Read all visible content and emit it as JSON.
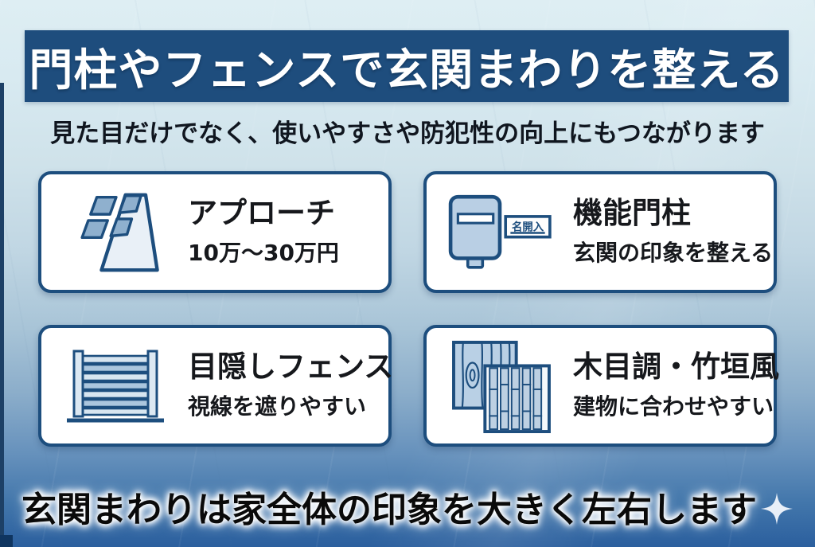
{
  "header": {
    "title": "門柱やフェンスで玄関まわりを整える"
  },
  "subtitle": "見た目だけでなく、使いやすさや防犯性の向上にもつながります",
  "cards": [
    {
      "icon": "paving-approach-icon",
      "title": "アプローチ",
      "description": "10万〜30万円"
    },
    {
      "icon": "mailbox-icon",
      "icon_label": "名開入",
      "title": "機能門柱",
      "description": "玄関の印象を整える"
    },
    {
      "icon": "privacy-fence-icon",
      "title": "目隠しフェンス",
      "description": "視線を遮りやすい"
    },
    {
      "icon": "wood-bamboo-icon",
      "title": "木目調・竹垣風",
      "description": "建物に合わせやすい"
    }
  ],
  "footer": {
    "text": "玄関まわりは家全体の印象を大きく左右します",
    "icon": "sparkle-icon"
  },
  "colors": {
    "banner_bg": "#1e4d7d",
    "banner_text": "#ffffff",
    "card_border": "#1d4e7e",
    "card_bg": "#ffffff",
    "card_text": "#16181c",
    "icon_fill_light": "#c9dcec",
    "icon_fill_mid": "#8fb0ce",
    "icon_stroke": "#1d4e7e",
    "bg_top": "#deeef3",
    "bg_bottom": "#2b5f9e",
    "footer_text": "#0a0a0a",
    "sparkle": "#e8eff8"
  }
}
